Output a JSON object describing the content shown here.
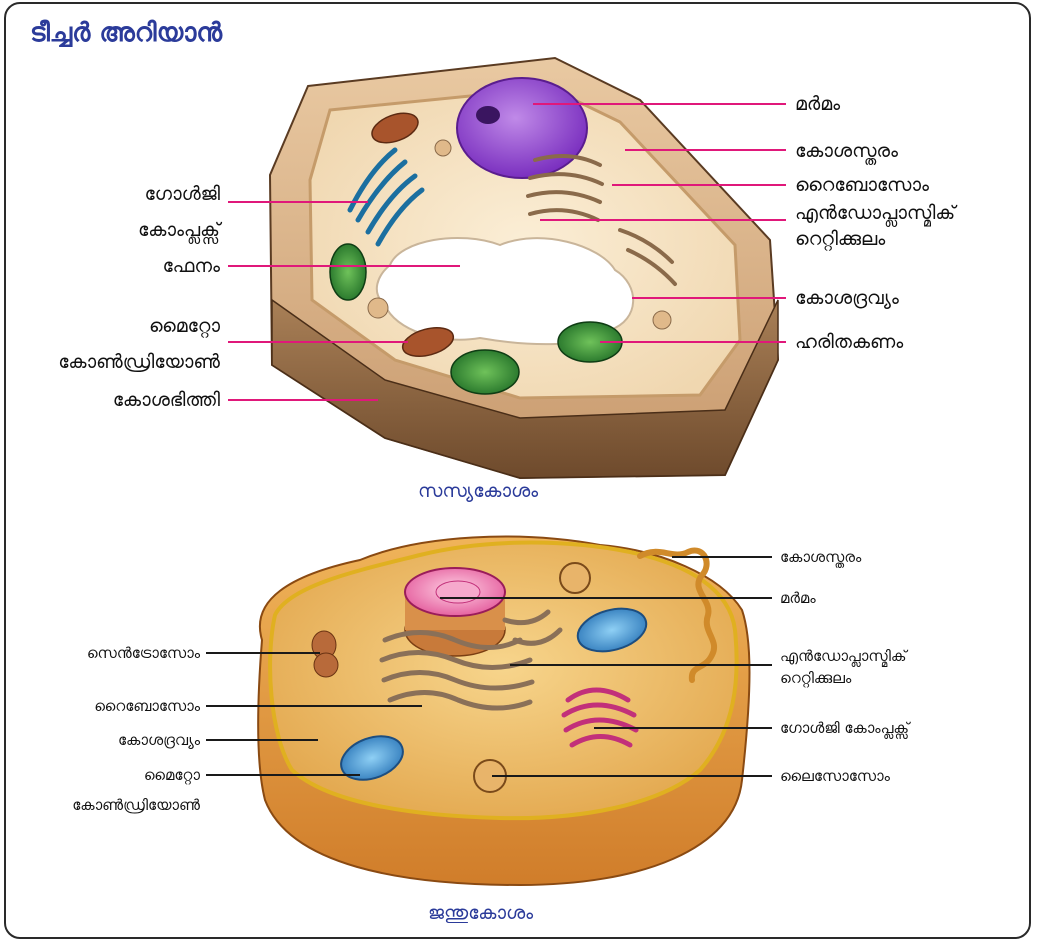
{
  "title": "ടീച്ചർ അറിയാൻ",
  "plant_cell": {
    "caption": "സസ്യകോശം",
    "labels": {
      "golgi": "ഗോൾജി\nകോംപ്ലക്സ്",
      "vacuole": "ഫേനം",
      "mitochondria": "മൈറ്റോ\nകോൺഡ്രിയോൺ",
      "cell_wall": "കോശഭിത്തി",
      "nucleus": "മർമം",
      "cell_membrane": "കോശസ്തരം",
      "ribosome": "റൈബോസോം",
      "er": "എൻഡോപ്ലാസ്മിക്\nറെറ്റിക്കുലം",
      "cytoplasm": "കോശദ്രവ്യം",
      "chloroplast": "ഹരിതകണം"
    }
  },
  "animal_cell": {
    "caption": "ജന്തുകോശം",
    "labels": {
      "centrosome": "സെൻട്രോസോം",
      "ribosome": "റൈബോസോം",
      "cytoplasm": "കോശദ്രവ്യം",
      "mitochondria": "മൈറ്റോ\nകോൺഡ്രിയോൺ",
      "cell_membrane": "കോശസ്തരം",
      "nucleus": "മർമം",
      "er": "എൻഡോപ്ലാസ്മിക്\nറെറ്റിക്കുലം",
      "golgi": "ഗോൾജി കോംപ്ലക്സ്",
      "lysosome": "ലൈസോസോം"
    }
  },
  "colors": {
    "title": "#2b3b9a",
    "plant_pointer": "#e0187a",
    "animal_pointer": "#1a1a1a"
  }
}
